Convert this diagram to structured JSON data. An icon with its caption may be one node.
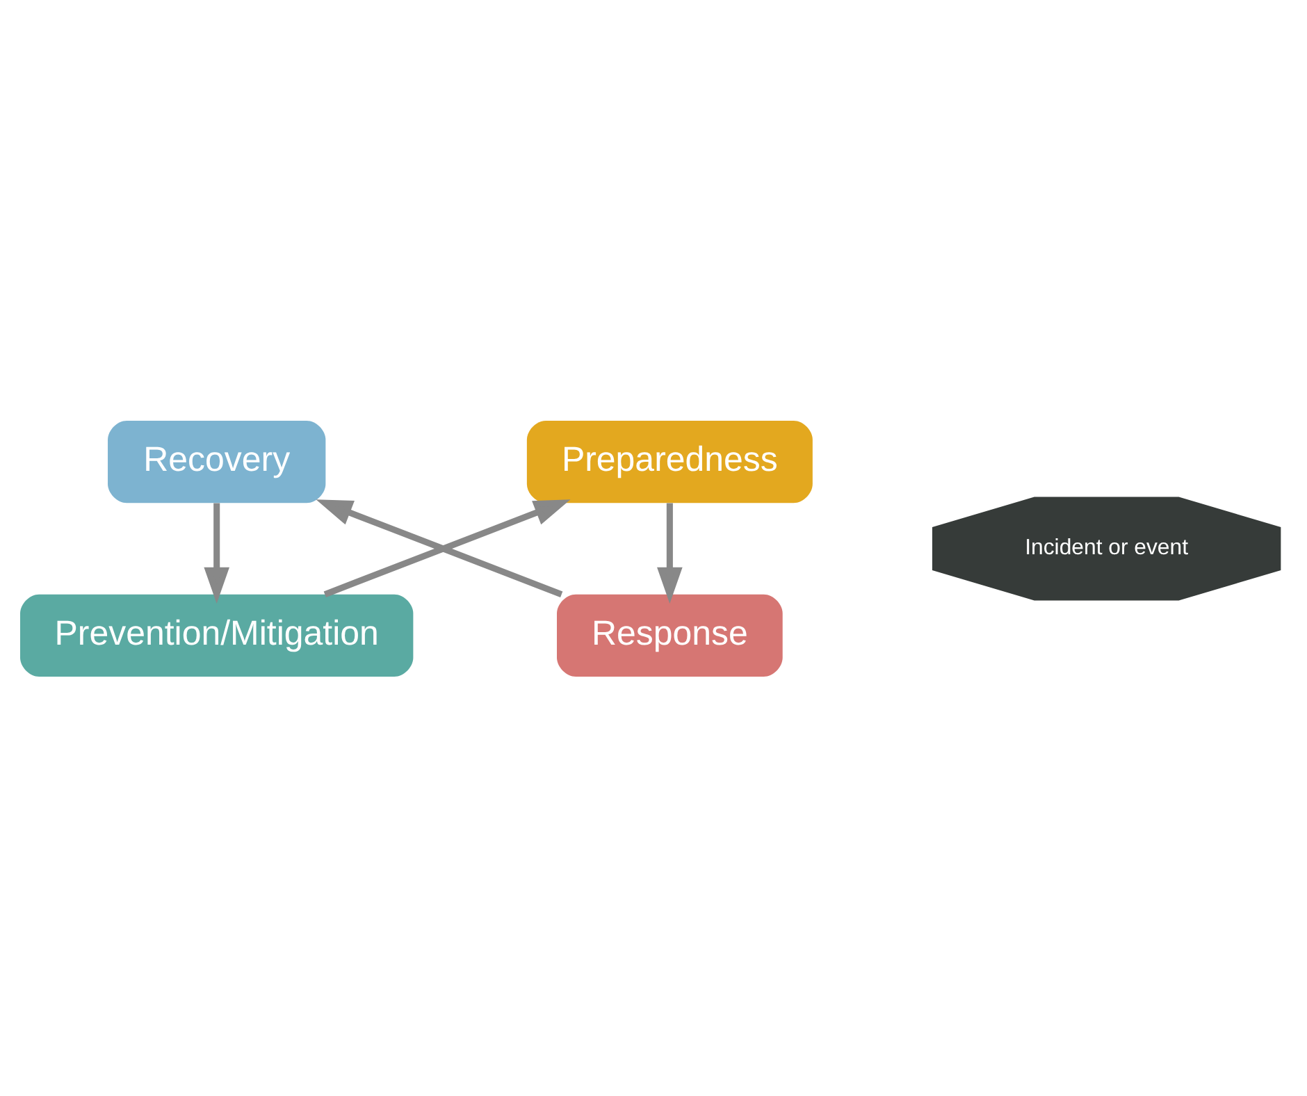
{
  "diagram": {
    "nodes": [
      {
        "text": [
          "Prevention/Mitigation"
        ]
      },
      {
        "text": [
          "Preparedness"
        ]
      },
      {
        "text": [
          "Response"
        ]
      },
      {
        "text": [
          "Recovery"
        ]
      },
      {
        "text": [
          "Incident or event"
        ]
      }
    ],
    "edges": [
      {
        "from": 0,
        "to": 1,
        "arrow": "to"
      },
      {
        "from": 1,
        "to": 2,
        "arrow": "to"
      },
      {
        "from": 2,
        "to": 3,
        "arrow": "to"
      },
      {
        "from": 3,
        "to": 0,
        "arrow": "to"
      }
    ]
  }
}
